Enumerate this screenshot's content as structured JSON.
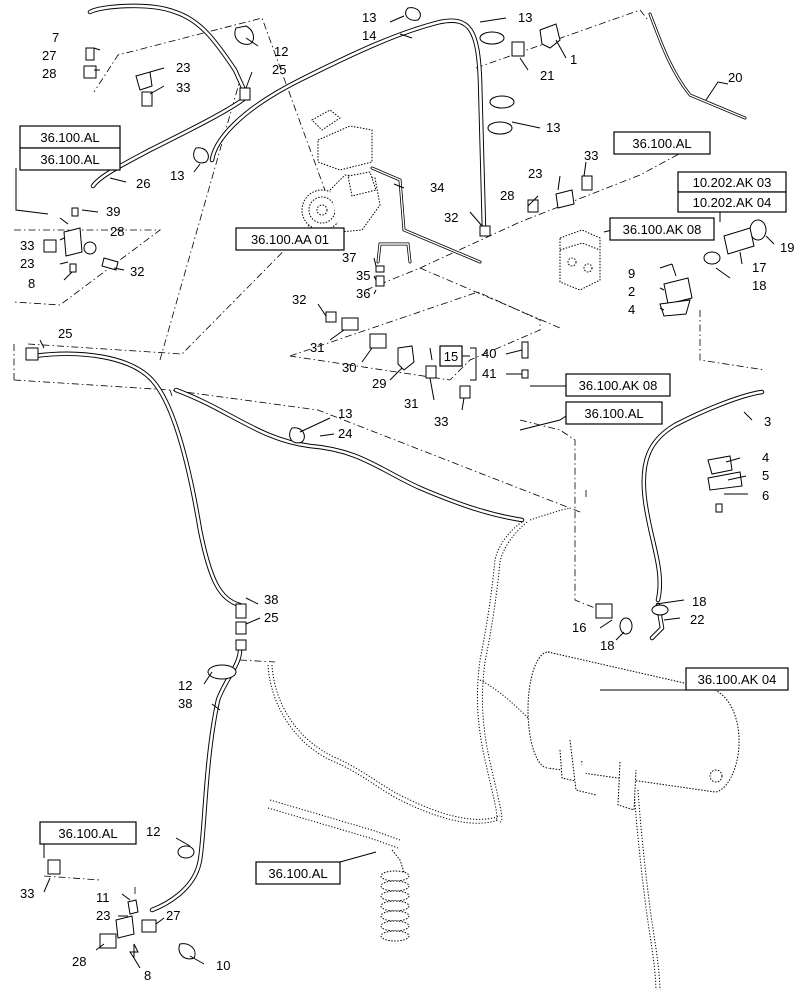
{
  "refs": {
    "r1": "36.100.AL",
    "r2": "36.100.AL",
    "r3": "36.100.AL",
    "r4": "36.100.AA 01",
    "r5": "36.100.AK 08",
    "r6": "10.202.AK 03",
    "r7": "10.202.AK 04",
    "r8": "36.100.AK 08",
    "r9": "36.100.AL",
    "r10": "36.100.AK 04",
    "r11": "36.100.AL",
    "r12": "36.100.AL",
    "r13": "15"
  },
  "callouts": {
    "c7": "7",
    "c27a": "27",
    "c28a": "28",
    "c23a": "23",
    "c33a": "33",
    "c12a": "12",
    "c25a": "25",
    "c13a": "13",
    "c14": "14",
    "c13b": "13",
    "c21": "21",
    "c1": "1",
    "c20": "20",
    "c13c": "13",
    "c13d": "13",
    "c26": "26",
    "c39": "39",
    "c28b": "28",
    "c33b": "33",
    "c23b": "23",
    "c32a": "32",
    "c8a": "8",
    "c34": "34",
    "c33c": "33",
    "c23c": "23",
    "c28c": "28",
    "c32b": "32",
    "c19": "19",
    "c17": "17",
    "c18a": "18",
    "c37": "37",
    "c35": "35",
    "c36": "36",
    "c9": "9",
    "c2": "2",
    "c4a": "4",
    "c32c": "32",
    "c31a": "31",
    "c30": "30",
    "c29": "29",
    "c40": "40",
    "c41": "41",
    "c31b": "31",
    "c33d": "33",
    "c25b": "25",
    "c13e": "13",
    "c24": "24",
    "c3": "3",
    "c4b": "4",
    "c5": "5",
    "c6": "6",
    "c38a": "38",
    "c25c": "25",
    "c18b": "18",
    "c16": "16",
    "c18c": "18",
    "c22": "22",
    "c12b": "12",
    "c38b": "38",
    "c12c": "12",
    "c33e": "33",
    "c11": "11",
    "c23d": "23",
    "c27b": "27",
    "c28d": "28",
    "c8b": "8",
    "c10": "10"
  }
}
